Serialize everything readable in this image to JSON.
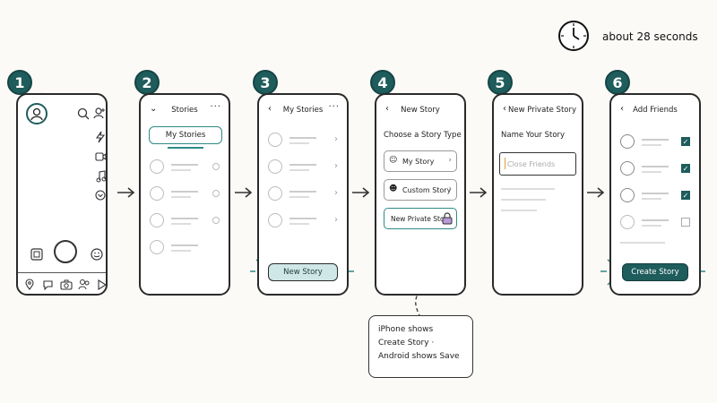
{
  "timer": {
    "icon": "clock-icon",
    "label": "about 28 seconds"
  },
  "steps": [
    {
      "number": "1"
    },
    {
      "number": "2",
      "title": "Stories",
      "pill_label": "My Stories"
    },
    {
      "number": "3",
      "title": "My Stories",
      "button_label": "New Story"
    },
    {
      "number": "4",
      "title": "New Story",
      "heading": "Choose a Story Type",
      "options": [
        "My Story",
        "Custom Story",
        "New Private Story"
      ]
    },
    {
      "number": "5",
      "title": "New Private Story",
      "heading": "Name Your Story",
      "input_placeholder": "Close Friends"
    },
    {
      "number": "6",
      "title": "Add Friends",
      "button_label": "Create Story",
      "checked": [
        true,
        true,
        true,
        false
      ]
    }
  ],
  "note": {
    "lines": [
      "iPhone shows",
      "Create Story ·",
      "Android shows Save"
    ]
  },
  "colors": {
    "accent": "#1f5c5c",
    "accent_light": "#5fb0ad",
    "background": "#fcfaf7"
  }
}
